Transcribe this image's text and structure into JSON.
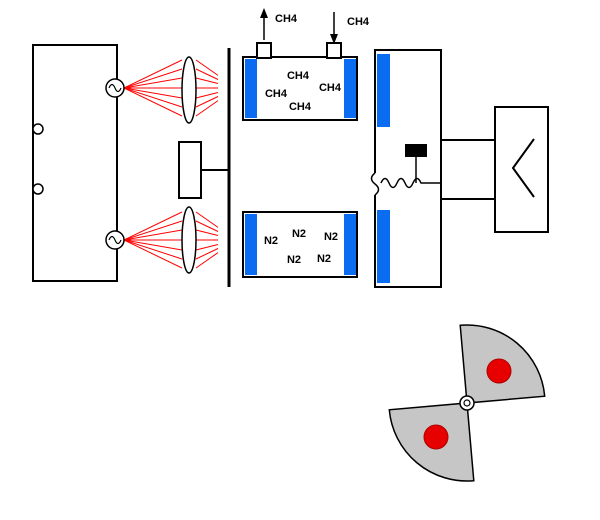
{
  "labels": {
    "outlet_gas": "CH4",
    "inlet_gas": "CH4"
  },
  "sample_cell": {
    "labels": [
      "CH4",
      "CH4",
      "CH4",
      "CH4"
    ]
  },
  "reference_cell": {
    "labels": [
      "N2",
      "N2",
      "N2",
      "N2",
      "N2"
    ]
  },
  "colors": {
    "ray": "#ff0000",
    "window": "#0a6cf0",
    "chopper_disc": "#c6c6c6",
    "chopper_marker": "#e60000"
  }
}
